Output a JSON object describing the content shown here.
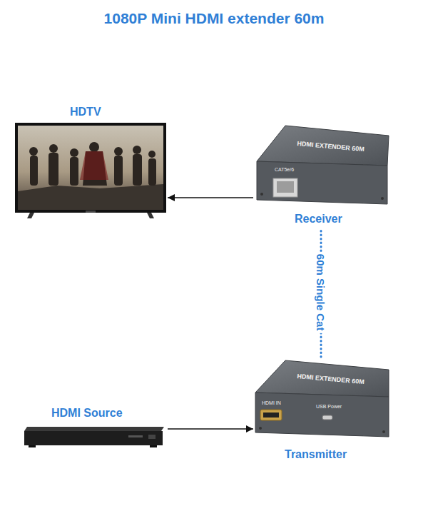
{
  "diagram": {
    "title": "1080P Mini HDMI extender 60m",
    "nodes": [
      {
        "text": [
          "HDTV"
        ]
      },
      {
        "text": [
          "HDMI EXTENDER 60M",
          "CAT5e/6",
          "Receiver"
        ]
      },
      {
        "text": [
          "HDMI Source"
        ]
      },
      {
        "text": [
          "HDMI EXTENDER 60M",
          "HDMI IN",
          "USB Power",
          "Transmitter"
        ]
      }
    ],
    "edges": [
      {
        "from": 1,
        "to": 0,
        "arrow": "to"
      },
      {
        "from": 3,
        "to": 1,
        "arrow": "none",
        "label": "60m Single Cat"
      },
      {
        "from": 2,
        "to": 3,
        "arrow": "to"
      }
    ]
  }
}
